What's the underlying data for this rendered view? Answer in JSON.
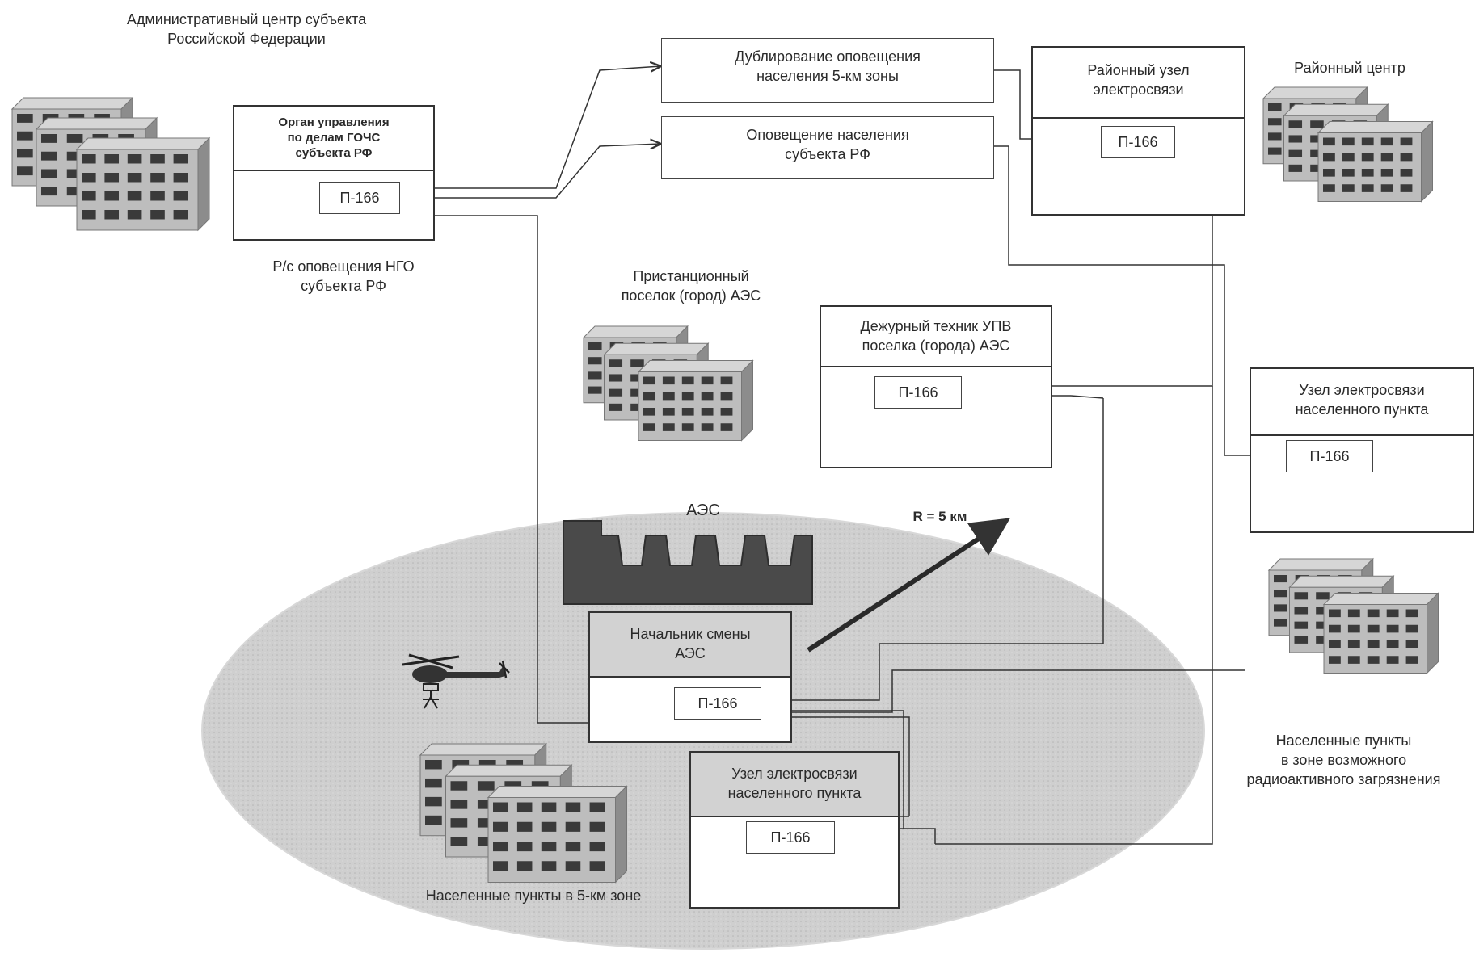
{
  "header": {
    "admin_center": "Административный центр субъекта\nРоссийской Федерации"
  },
  "boxes": {
    "organ": {
      "title": "Орган управления\nпо делам ГОЧС\nсубъекта РФ",
      "device": "П-166"
    },
    "dubl": {
      "title": "Дублирование оповещения\nнаселения 5-км зоны"
    },
    "opov": {
      "title": "Оповещение населения\nсубъекта РФ"
    },
    "rayon_node": {
      "title": "Районный узел\nэлектросвязи",
      "device": "П-166"
    },
    "duty": {
      "title": "Дежурный техник УПВ\nпоселка (города) АЭС",
      "device": "П-166"
    },
    "settlement_node_right": {
      "title": "Узел электросвязи\nнаселенного пункта",
      "device": "П-166"
    },
    "shift_chief": {
      "title": "Начальник смены\nАЭС",
      "device": "П-166"
    },
    "settlement_node_zone": {
      "title": "Узел электросвязи\nнаселенного пункта",
      "device": "П-166"
    }
  },
  "labels": {
    "radio_station": "Р/с оповещения НГО\nсубъекта РФ",
    "station_town": "Пристанционный\nпоселок (город) АЭС",
    "district_center": "Районный центр",
    "npp": "АЭС",
    "radius": "R = 5 км",
    "zone_settlements": "Населенные пункты в 5-км зоне",
    "contamination_settlements": "Населенные пункты\nв зоне возможного\nрадиоактивного загрязнения"
  },
  "colors": {
    "line": "#333333",
    "zone_fill": "#c9c9c9",
    "building_front": "#bdbdbd",
    "building_side": "#8c8c8c",
    "window": "#3a3a3a",
    "npp_fill": "#4a4a4a"
  }
}
